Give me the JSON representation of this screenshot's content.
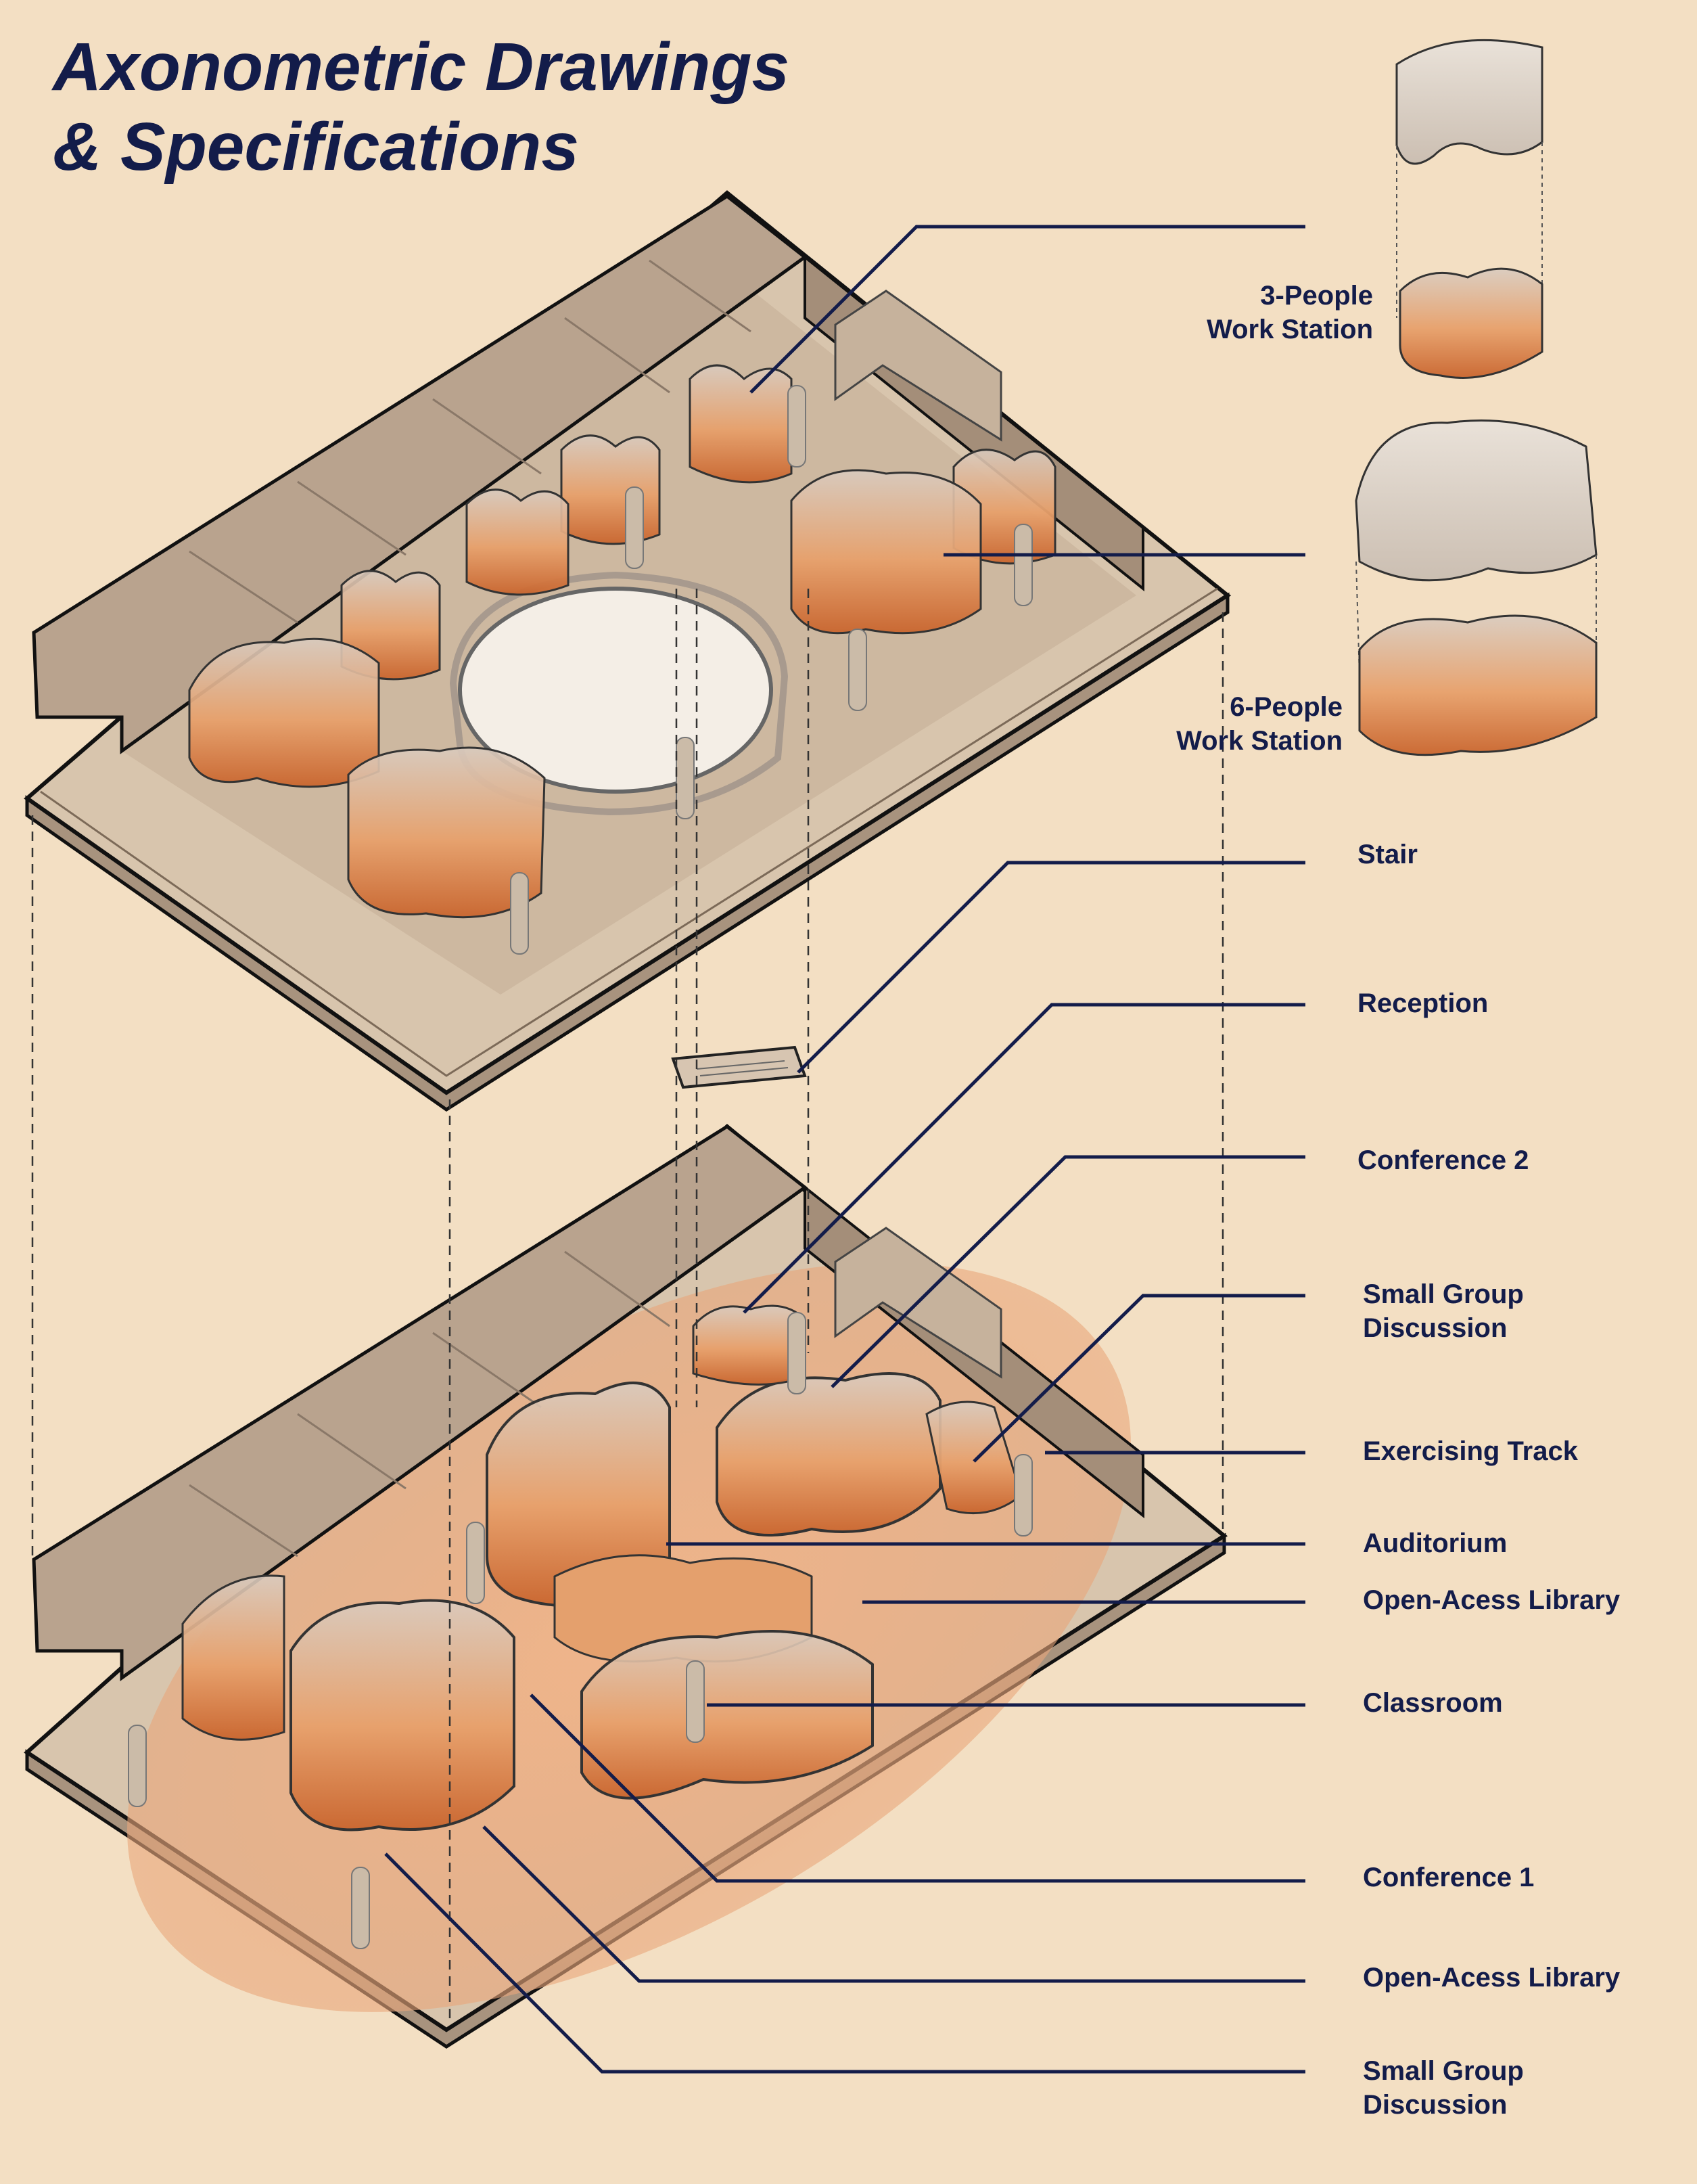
{
  "title": {
    "line1": "Axonometric Drawings",
    "line2": "& Specifications"
  },
  "labels": {
    "three_people_workstation": {
      "line1": "3-People",
      "line2": "Work Station"
    },
    "six_people_workstation": {
      "line1": "6-People",
      "line2": "Work Station"
    },
    "stair": "Stair",
    "reception": "Reception",
    "conference_2": "Conference 2",
    "small_group_discussion_upper": {
      "line1": "Small Group",
      "line2": "Discussion"
    },
    "exercising_track": "Exercising Track",
    "auditorium": "Auditorium",
    "open_access_library_upper": "Open-Acess Library",
    "classroom": "Classroom",
    "conference_1": "Conference 1",
    "open_access_library_lower": "Open-Acess Library",
    "small_group_discussion_lower": {
      "line1": "Small Group",
      "line2": "Discussion"
    }
  },
  "colors": {
    "background": "#f3dfc3",
    "text": "#131c4a",
    "leader": "#131c4a",
    "slab": "#d9c6ae",
    "wall": "#b7a08a",
    "pod_orange": "#e89a62",
    "pod_glass": "#cfc0b4",
    "outline": "#111111"
  }
}
